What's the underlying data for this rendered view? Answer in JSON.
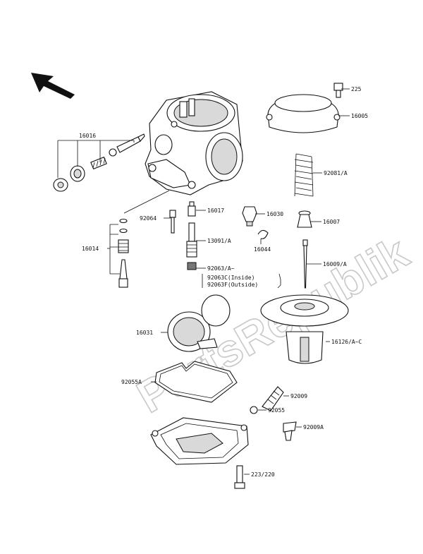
{
  "watermark": "PartsRepublik",
  "labels": {
    "p225": "225",
    "p16005": "16005",
    "p16016": "16016",
    "p92081a": "92081/A",
    "p92064": "92064",
    "p16017": "16017",
    "p16030": "16030",
    "p16007": "16007",
    "p16014": "16014",
    "p13091a": "13091/A",
    "p16044": "16044",
    "p16009a": "16009/A",
    "p92063a": "92063/A~",
    "p92063c": "92063C(Inside)",
    "p92063f": "92063F(Outside)",
    "p16031": "16031",
    "p16126": "16126/A~C",
    "p92055a": "92055A",
    "p92009": "92009",
    "p92055": "92055",
    "p92009a": "92009A",
    "p223": "223/220"
  },
  "icons": {
    "direction_arrow": "front-direction-arrow-icon"
  }
}
